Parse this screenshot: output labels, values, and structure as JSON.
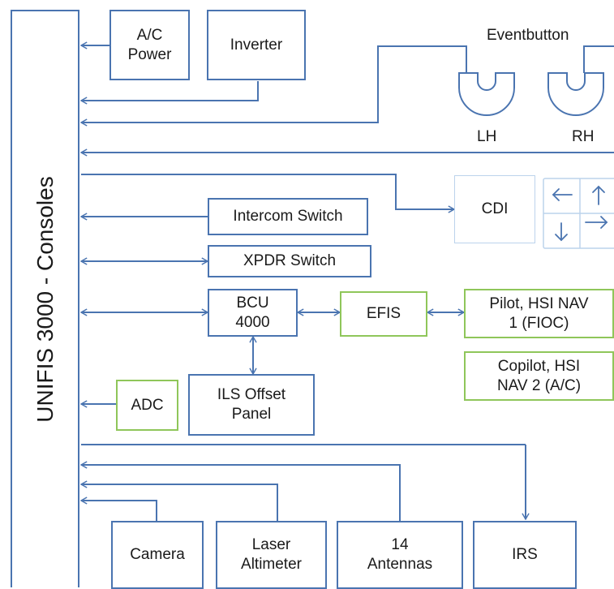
{
  "console": "UNIFIS 3000 - Consoles",
  "boxes": {
    "ac_power": "A/C\nPower",
    "inverter": "Inverter",
    "intercom_switch": "Intercom Switch",
    "xpdr_switch": "XPDR Switch",
    "bcu": "BCU\n4000",
    "efis": "EFIS",
    "pilot_hsi": "Pilot, HSI NAV\n1 (FIOC)",
    "copilot_hsi": "Copilot, HSI\nNAV 2 (A/C)",
    "ils_offset": "ILS Offset\nPanel",
    "adc": "ADC",
    "cdi": "CDI",
    "camera": "Camera",
    "laser_altimeter": "Laser\nAltimeter",
    "antennas": "14\nAntennas",
    "irs": "IRS"
  },
  "eventbutton": {
    "title": "Eventbutton",
    "left": "LH",
    "right": "RH"
  },
  "colors": {
    "line": "#4a74b0",
    "green": "#8fc65a",
    "pale": "#bcd3ec"
  },
  "icons": [
    "arrow-left-icon",
    "arrow-up-icon",
    "arrow-down-icon",
    "arrow-right-icon",
    "u-button-icon"
  ]
}
